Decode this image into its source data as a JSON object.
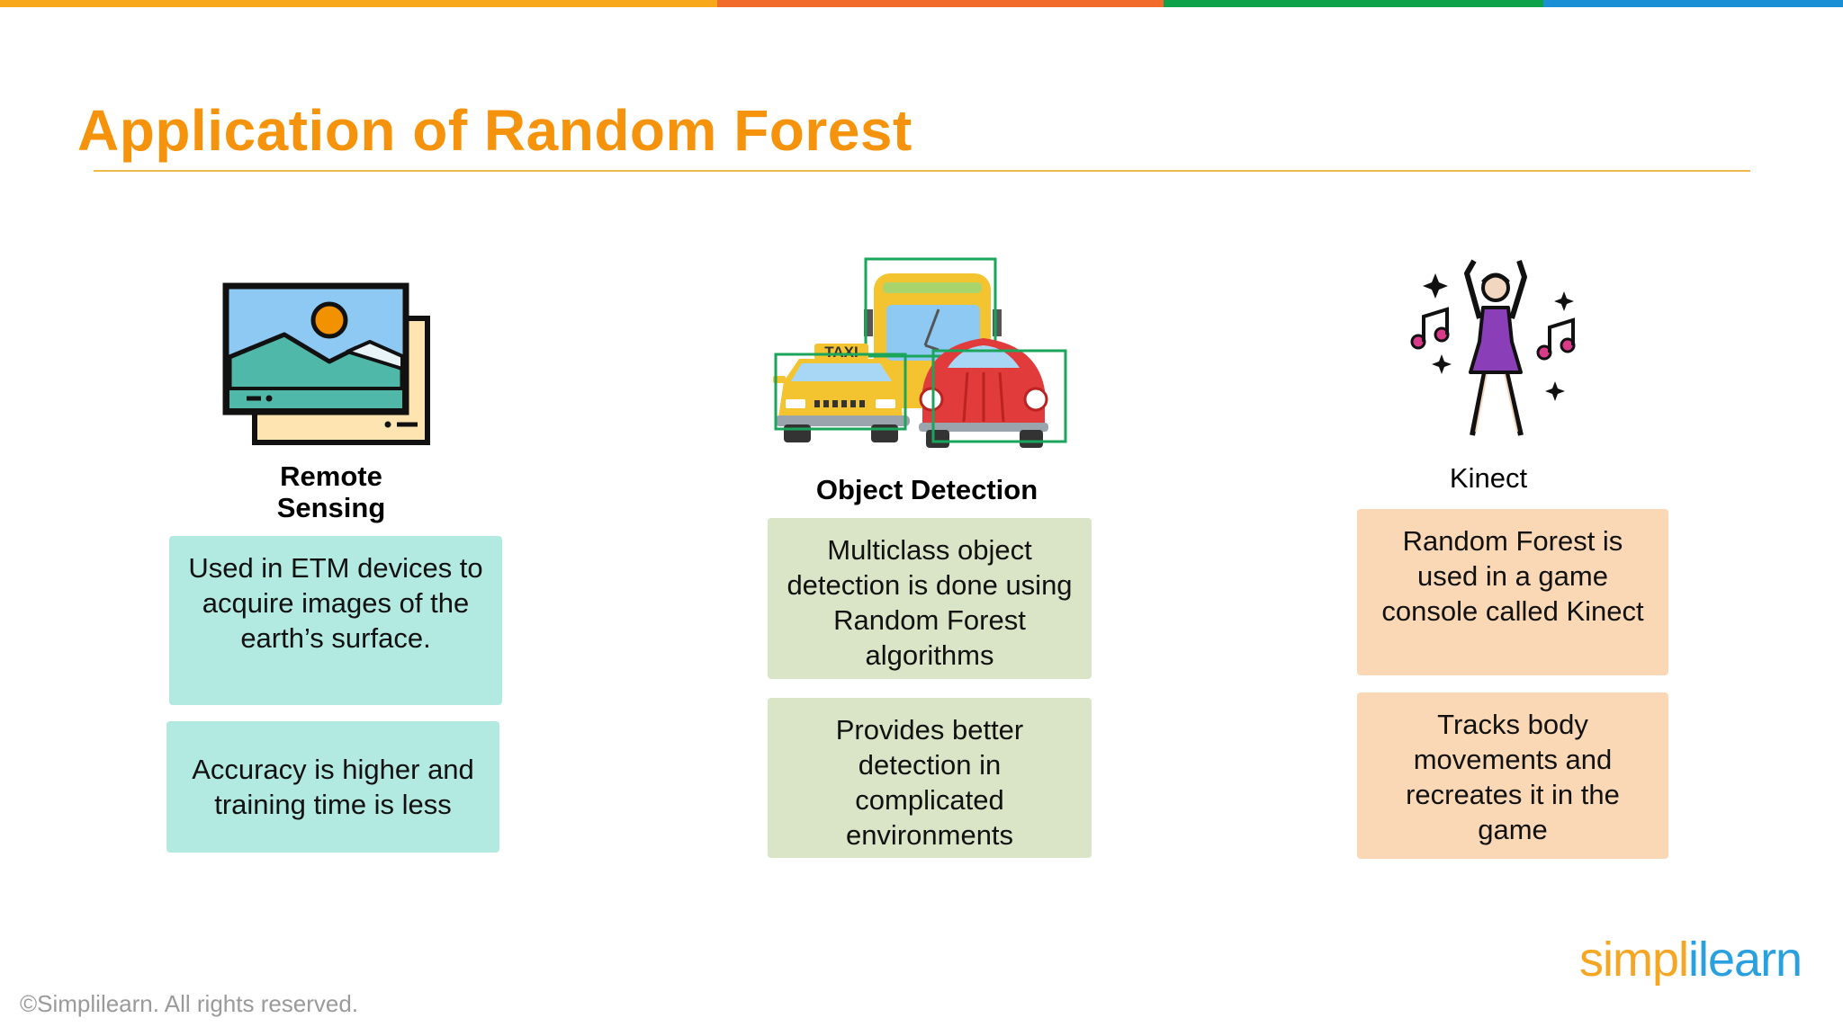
{
  "colors": {
    "strip": [
      "#f7a81b",
      "#f26b2a",
      "#0ea24b",
      "#1a8fd6"
    ],
    "title": "#f5940c",
    "rule": "#f0b84a",
    "card_teal": "#b2e9e1",
    "card_green": "#d9e5c6",
    "card_orange": "#fad8b5",
    "brand_orange": "#f5a623",
    "brand_blue": "#2aa0de"
  },
  "slide": {
    "title": "Application of Random Forest"
  },
  "columns": [
    {
      "icon": "photo-frames-icon",
      "label": "Remote Sensing",
      "label_line1": "Remote",
      "label_line2": "Sensing",
      "cards": [
        "Used in ETM devices to acquire images of the earth’s surface.",
        "Accuracy is higher and training time is less"
      ]
    },
    {
      "icon": "vehicles-detection-icon",
      "label": "Object Detection",
      "taxi_sign": "TAXI",
      "cards": [
        "Multiclass object detection is done using Random Forest algorithms",
        "Provides better detection in complicated environments"
      ]
    },
    {
      "icon": "dancer-music-icon",
      "label": "Kinect",
      "cards": [
        "Random Forest is used in a game console called Kinect",
        "Tracks body movements and recreates it in the game"
      ]
    }
  ],
  "footer": {
    "copyright": "©Simplilearn. All rights reserved.",
    "brand_part1": "simpl",
    "brand_part2": "ilearn"
  }
}
